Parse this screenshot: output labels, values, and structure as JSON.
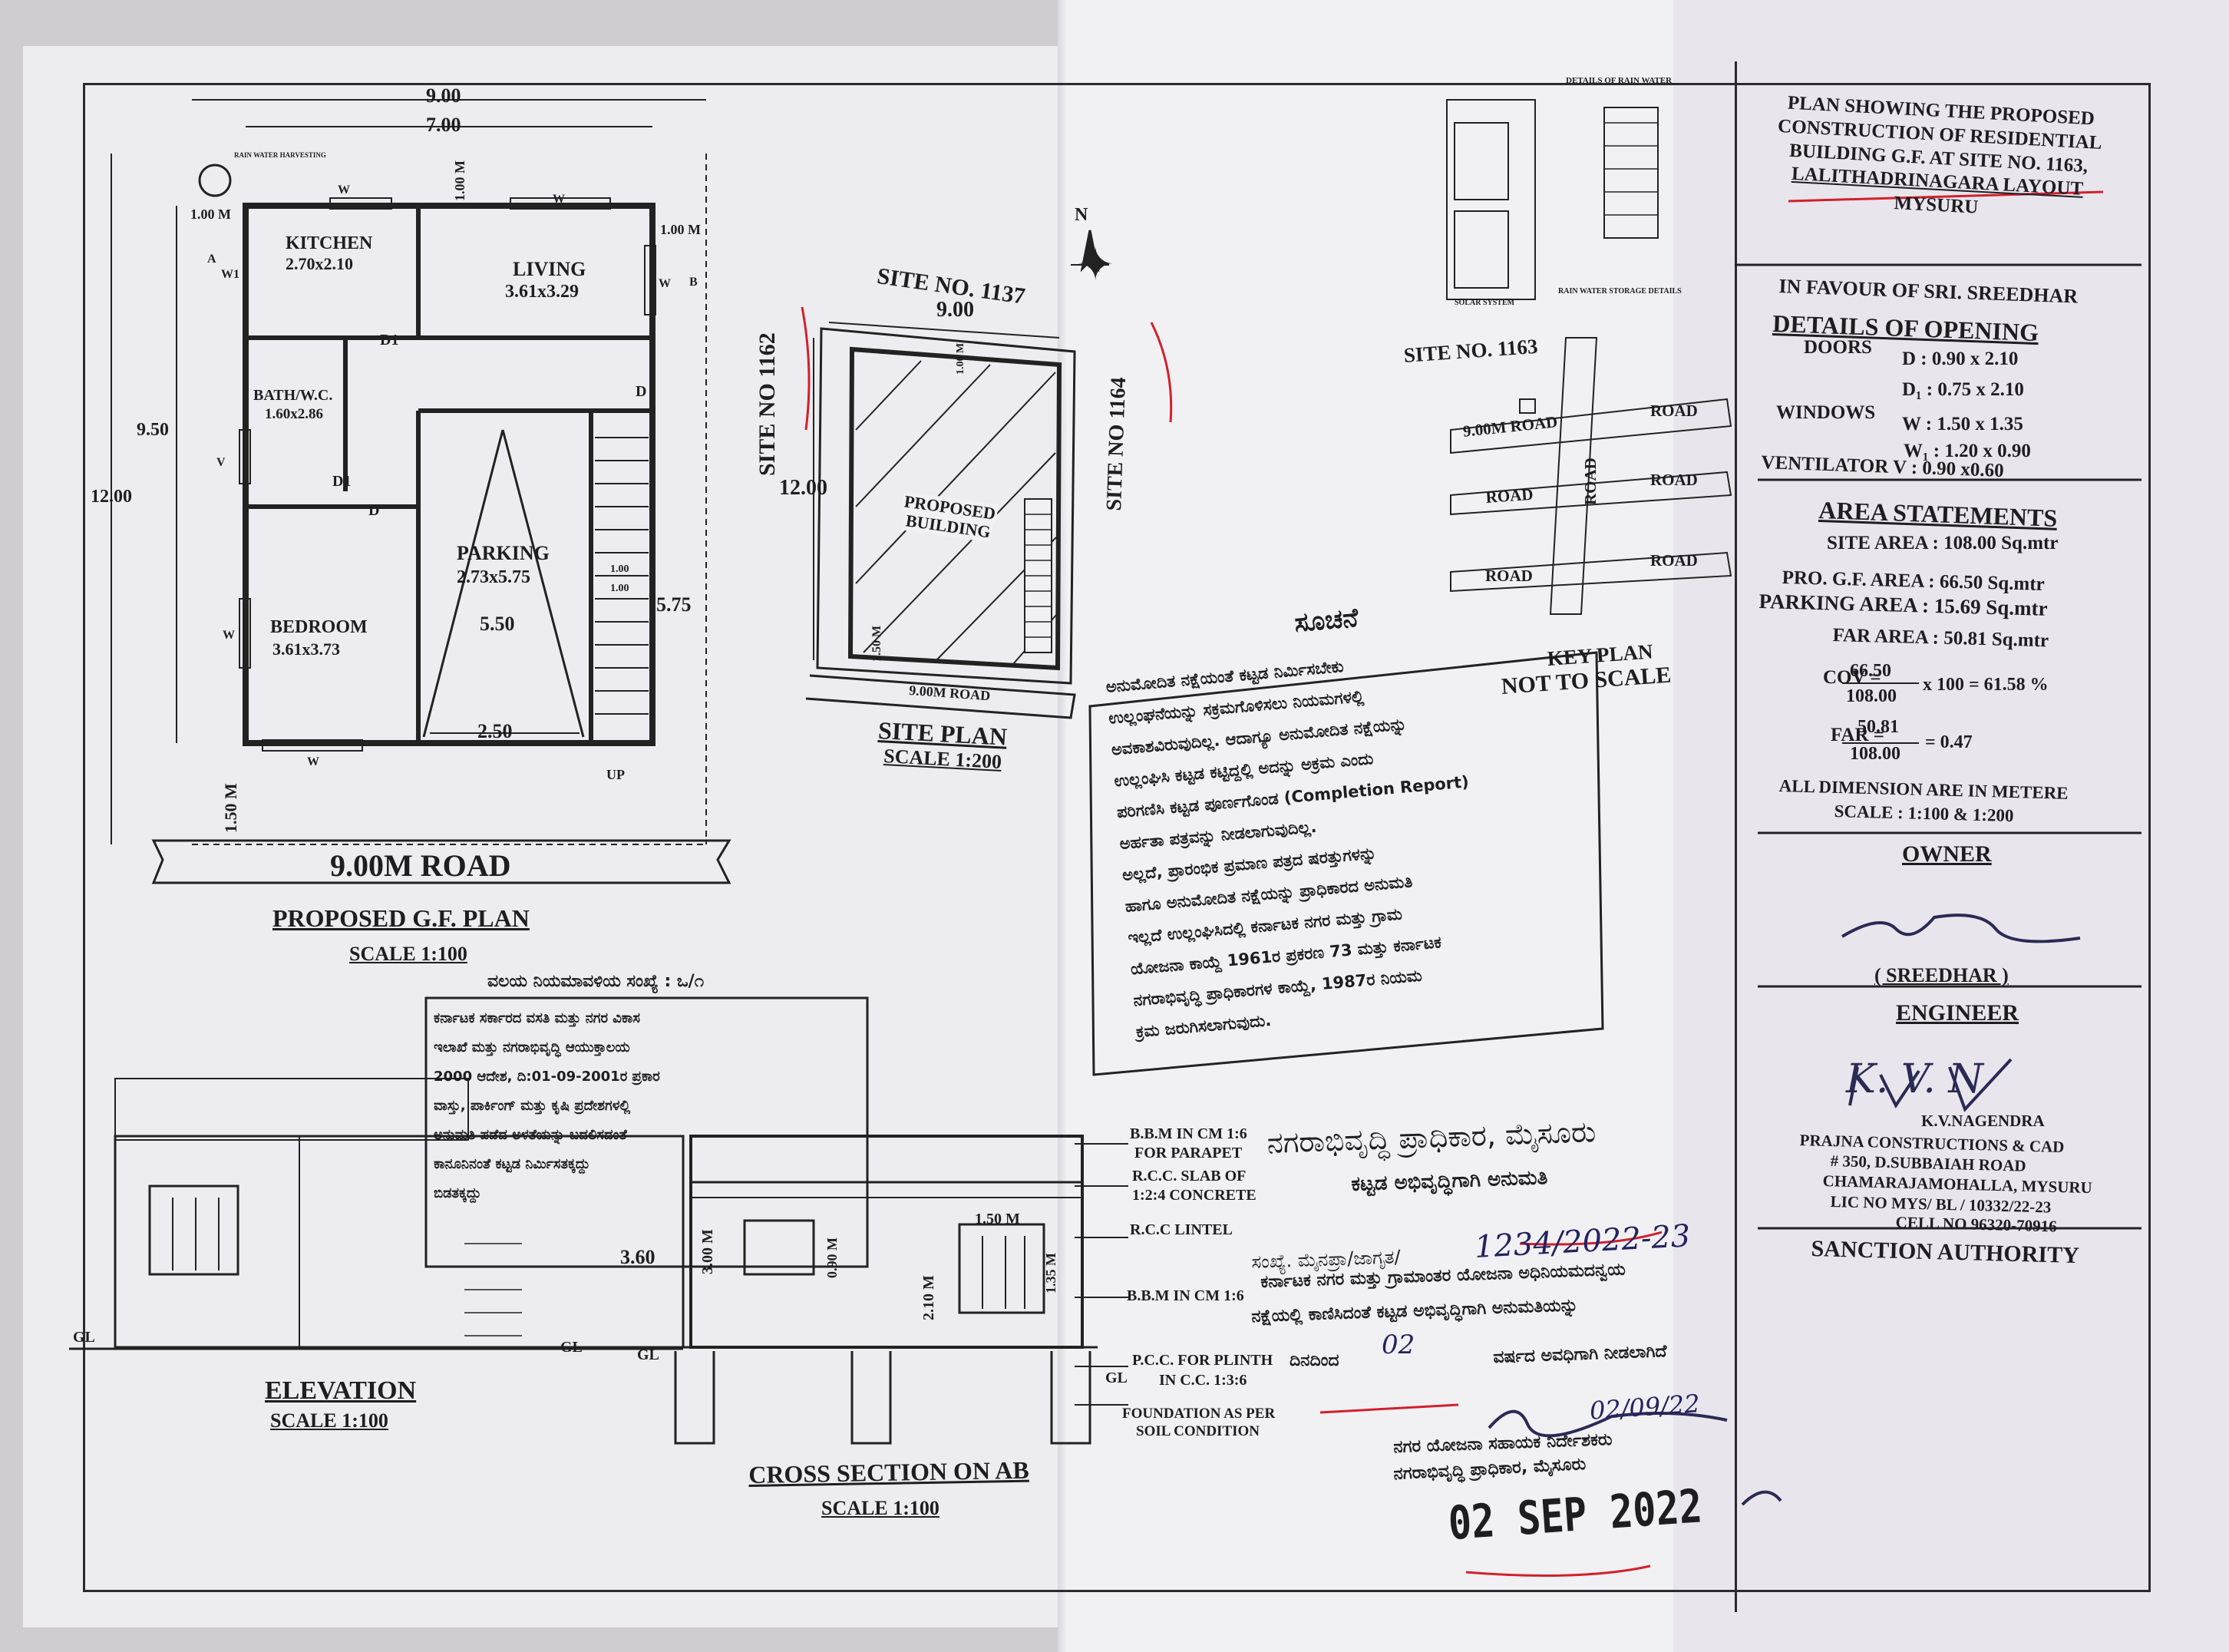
{
  "title_block": {
    "title_lines": [
      "PLAN SHOWING THE PROPOSED",
      "CONSTRUCTION OF RESIDENTIAL",
      "BUILDING G.F. AT SITE NO. 1163,",
      "LALITHADRINAGARA LAYOUT",
      "MYSURU"
    ],
    "in_favour": "IN FAVOUR OF SRI. SREEDHAR",
    "details_heading": "DETAILS OF OPENING",
    "doors_label": "DOORS",
    "door_d": "D : 0.90 x 2.10",
    "door_d1": "D₁ : 0.75 x 2.10",
    "windows_label": "WINDOWS",
    "window_w": "W : 1.50 x 1.35",
    "window_w1": "W₁ : 1.20 x 0.90",
    "ventilator": "VENTILATOR  V : 0.90 x0.60",
    "area_heading": "AREA STATEMENTS",
    "site_area": "SITE AREA : 108.00 Sq.mtr",
    "pro_gf_area": "PRO. G.F. AREA : 66.50 Sq.mtr",
    "parking_area": "PARKING AREA : 15.69 Sq.mtr",
    "far_area": "FAR AREA : 50.81 Sq.mtr",
    "cov_label": "COV =",
    "cov_num": "66.50",
    "cov_den": "108.00",
    "cov_result": "x 100 = 61.58 %",
    "far_label": "FAR =",
    "far_num": "50.81",
    "far_den": "108.00",
    "far_result": "= 0.47",
    "dimension_note": "ALL DIMENSION ARE IN METERE",
    "scale_note": "SCALE : 1:100 & 1:200",
    "owner_heading": "OWNER",
    "owner_name": "( SREEDHAR )",
    "engineer_heading": "ENGINEER",
    "engineer_sig": "K. V. N",
    "engineer_name": "K.V.NAGENDRA",
    "engineer_firm": "PRAJNA CONSTRUCTIONS & CAD",
    "engineer_addr1": "# 350, D.SUBBAIAH ROAD",
    "engineer_addr2": "CHAMARAJAMOHALLA, MYSURU",
    "engineer_lic": "LIC NO MYS/ BL / 10332/22-23",
    "engineer_cell": "CELL NO 96320-70916",
    "sanction": "SANCTION AUTHORITY"
  },
  "gf_plan": {
    "dim_900": "9.00",
    "dim_700": "7.00",
    "dim_100m_top": "1.00 M",
    "dim_100m_left": "1.00 M",
    "dim_100m_right": "1.00 M",
    "dim_950": "9.50",
    "dim_1200": "12.00",
    "dim_575": "5.75",
    "dim_550": "5.50",
    "dim_250": "2.50",
    "dim_150m": "1.50 M",
    "dim_100a": "1.00",
    "dim_100b": "1.00",
    "kitchen": "KITCHEN",
    "kitchen_size": "2.70x2.10",
    "living": "LIVING",
    "living_size": "3.61x3.29",
    "bath": "BATH/W.C.",
    "bath_size": "1.60x2.86",
    "parking": "PARKING",
    "parking_size": "2.73x5.75",
    "bedroom": "BEDROOM",
    "bedroom_size": "3.61x3.73",
    "road": "9.00M ROAD",
    "heading": "PROPOSED G.F. PLAN",
    "scale": "SCALE 1:100",
    "up": "UP",
    "w": "W",
    "w1": "W1",
    "d": "D",
    "d1": "D1",
    "v": "V",
    "a": "A",
    "b": "B",
    "rwh": "RAIN WATER HARVESTING"
  },
  "site_plan": {
    "site_1137": "SITE NO. 1137",
    "site_1162": "SITE NO 1162",
    "site_1164": "SITE NO 1164",
    "dim_900": "9.00",
    "dim_1200": "12.00",
    "proposed": "PROPOSED",
    "building": "BUILDING",
    "road": "9.00M ROAD",
    "heading": "SITE PLAN",
    "scale": "SCALE 1:200",
    "dim_100m": "1.00 M",
    "dim_150m": "1.50 M",
    "north": "N"
  },
  "key_plan": {
    "site_1163": "SITE NO. 1163",
    "road_9m": "9.00M ROAD",
    "road": "ROAD",
    "road_v": "ROAD",
    "not_to_scale": "NOT TO SCALE",
    "key_plan": "KEY PLAN",
    "details_rain": "DETAILS OF RAIN WATER",
    "solar": "SOLAR SYSTEM",
    "rain_storage": "RAIN WATER STORAGE DETAILS"
  },
  "elevation": {
    "heading": "ELEVATION",
    "scale": "SCALE 1:100",
    "gl": "GL"
  },
  "section": {
    "heading": "CROSS SECTION ON AB",
    "scale": "SCALE 1:100",
    "dim_360": "3.60",
    "dim_300m": "3.00 M",
    "dim_090m": "0.90 M",
    "dim_150m": "1.50 M",
    "dim_210m": "2.10 M",
    "dim_135m": "1.35 M",
    "gl1": "GL",
    "gl2": "GL",
    "gl3": "GL",
    "note_bbm_cm": "B.B.M IN CM 1:6",
    "note_parapet": "FOR PARAPET",
    "note_rcc_slab": "R.C.C. SLAB OF",
    "note_concrete": "1:2:4 CONCRETE",
    "note_lintel": "R.C.C  LINTEL",
    "note_bbm": "B.B.M IN CM 1:6",
    "note_pcc": "P.C.C. FOR PLINTH",
    "note_cc": "IN C.C. 1:3:6",
    "note_foundation": "FOUNDATION AS PER",
    "note_soil": "SOIL CONDITION"
  },
  "stamps": {
    "suchane": "ಸೂಚನೆ",
    "notice_lines": [
      "ಅನುಮೋದಿತ ನಕ್ಷೆಯಂತೆ ಕಟ್ಟಡ ನಿರ್ಮಿಸಬೇಕು",
      "ಉಲ್ಲಂಘನೆಯನ್ನು ಸಕ್ರಮಗೊಳಿಸಲು ನಿಯಮಗಳಲ್ಲಿ",
      "ಅವಕಾಶವಿರುವುದಿಲ್ಲ. ಆದಾಗ್ಯೂ ಅನುಮೋದಿತ ನಕ್ಷೆಯನ್ನು",
      "ಉಲ್ಲಂಘಿಸಿ ಕಟ್ಟಡ ಕಟ್ಟಿದ್ದಲ್ಲಿ ಅದನ್ನು ಅಕ್ರಮ ಎಂದು",
      "ಪರಿಗಣಿಸಿ ಕಟ್ಟಡ ಪೂರ್ಣಗೊಂಡ (Completion Report)",
      "ಅರ್ಹತಾ ಪತ್ರವನ್ನು ನೀಡಲಾಗುವುದಿಲ್ಲ.",
      "ಅಲ್ಲದೆ, ಪ್ರಾರಂಭಿಕ ಪ್ರಮಾಣ ಪತ್ರದ ಷರತ್ತುಗಳನ್ನು",
      "ಹಾಗೂ ಅನುಮೋದಿತ ನಕ್ಷೆಯನ್ನು ಪ್ರಾಧಿಕಾರದ ಅನುಮತಿ",
      "ಇಲ್ಲದೆ ಉಲ್ಲಂಘಿಸಿದಲ್ಲಿ ಕರ್ನಾಟಕ ನಗರ ಮತ್ತು ಗ್ರಾಮ",
      "ಯೋಜನಾ ಕಾಯ್ದೆ 1961ರ ಪ್ರಕರಣ 73 ಮತ್ತು ಕರ್ನಾಟಕ",
      "ನಗರಾಭಿವೃದ್ಧಿ ಪ್ರಾಧಿಕಾರಗಳ ಕಾಯ್ದೆ, 1987ರ ನಿಯಮ",
      "ಕ್ರಮ ಜರುಗಿಸಲಾಗುವುದು."
    ],
    "valaya_label": "ವಲಯ ನಿಯಮಾವಳಿಯ ಸಂಖ್ಯೆ : ಒ/೧",
    "valaya_lines": [
      "ಕರ್ನಾಟಕ ಸರ್ಕಾರದ ವಸತಿ ಮತ್ತು ನಗರ ವಿಕಾಸ",
      "ಇಲಾಖೆ ಮತ್ತು ನಗರಾಭಿವೃದ್ಧಿ ಆಯುಕ್ತಾಲಯ",
      "2000 ಆದೇಶ, ದಿ:01-09-2001ರ ಪ್ರಕಾರ",
      "ವಾಸ್ತು, ಪಾರ್ಕಿಂಗ್ ಮತ್ತು ಕೃಷಿ ಪ್ರದೇಶಗಳಲ್ಲಿ",
      "ಅನುಮತಿ ಪಡೆದ ಅಳತೆಯನ್ನು ಬದಲಿಸದಂತೆ",
      "ಕಾನೂನಿನಂತೆ ಕಟ್ಟಡ ನಿರ್ಮಿಸತಕ್ಕದ್ದು",
      "ಬಿಡತಕ್ಕದ್ದು"
    ],
    "authority": "ನಗರಾಭಿವೃದ್ಧಿ ಪ್ರಾಧಿಕಾರ, ಮೈಸೂರು",
    "permission": "ಕಟ್ಟಡ ಅಭಿವೃದ್ಧಿಗಾಗಿ ಅನುಮತಿ",
    "sankhye_label": "ಸಂಖ್ಯೆ. ಮೈನಪ್ರಾ/ಜಾಗೃತ/",
    "sankhye_number": "1234/2022-23",
    "act_line1": "ಕರ್ನಾಟಕ ನಗರ ಮತ್ತು ಗ್ರಾಮಾಂತರ ಯೋಜನಾ ಅಧಿನಿಯಮದನ್ವಯ",
    "act_line2": "ನಕ್ಷೆಯಲ್ಲಿ ಕಾಣಿಸಿದಂತೆ ಕಟ್ಟಡ ಅಭಿವೃದ್ಧಿಗಾಗಿ ಅನುಮತಿಯನ್ನು",
    "validity_prefix": "ದಿನದಿಂದ",
    "validity_years": "02",
    "validity_suffix": "ವರ್ಷದ ಅವಧಿಗಾಗಿ ನೀಡಲಾಗಿದೆ",
    "sign_date": "02/09/22",
    "officer_line1": "ನಗರ ಯೋಜನಾ ಸಹಾಯಕ ನಿರ್ದೇಶಕರು",
    "officer_line2": "ನಗರಾಭಿವೃದ್ಧಿ ಪ್ರಾಧಿಕಾರ, ಮೈಸೂರು",
    "date_stamp": "02 SEP 2022"
  }
}
